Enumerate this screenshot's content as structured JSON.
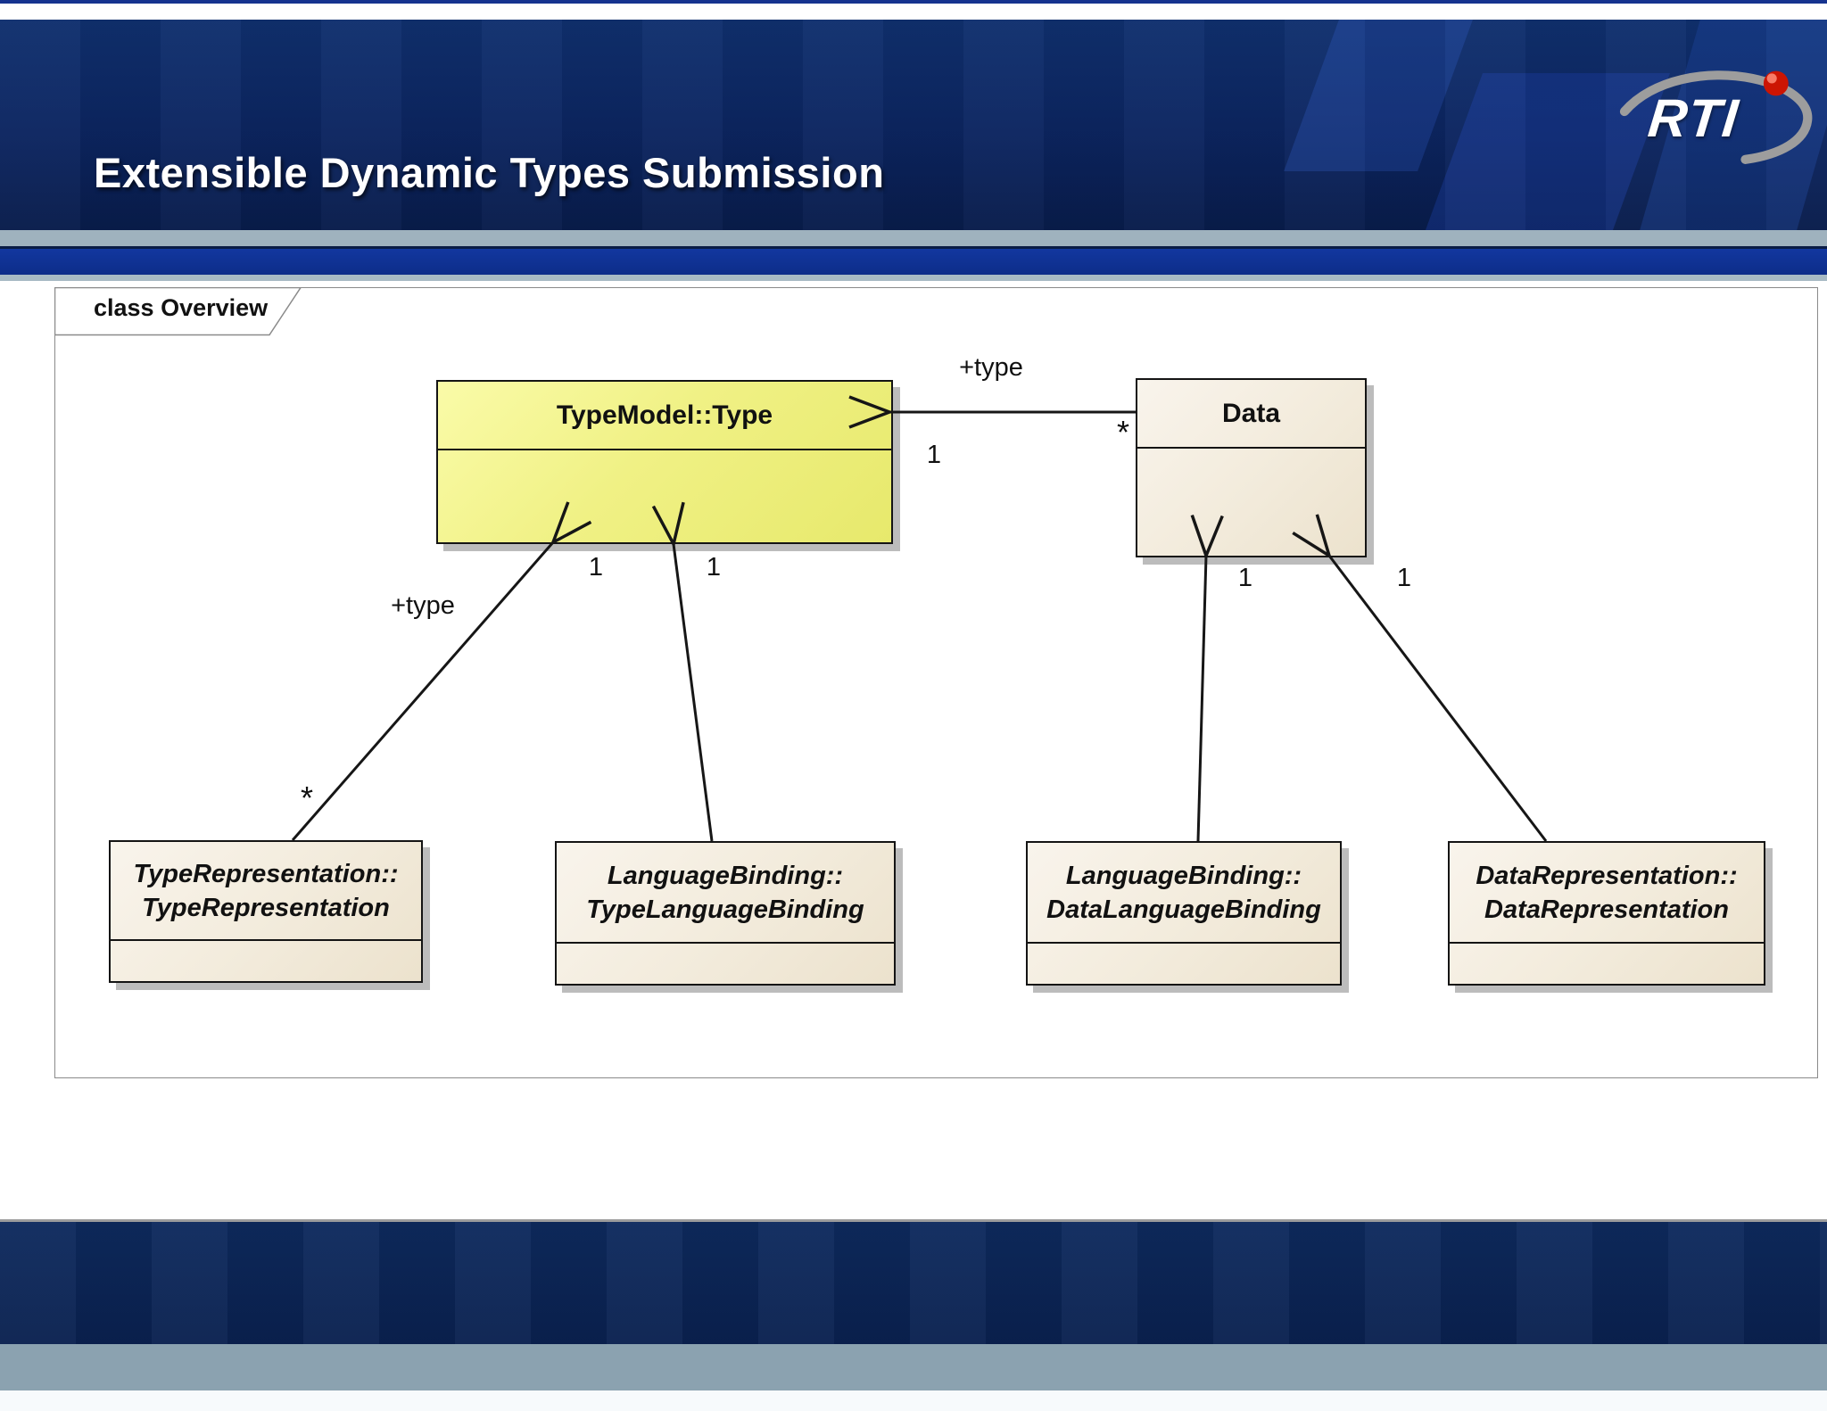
{
  "slide": {
    "top_title": "Extensible Dynamic Types Submission",
    "logo": {
      "text": "RTI"
    }
  },
  "diagram": {
    "frame_label": "class Overview",
    "classes": [
      {
        "name": "TypeModel::Type",
        "lines": [
          "TypeModel::Type"
        ]
      },
      {
        "name": "Data",
        "lines": [
          "Data"
        ]
      },
      {
        "name": "TypeRepresentation::TypeRepresentation",
        "lines": [
          "TypeRepresentation::",
          "TypeRepresentation"
        ]
      },
      {
        "name": "LanguageBinding::TypeLanguageBinding",
        "lines": [
          "LanguageBinding::",
          "TypeLanguageBinding"
        ]
      },
      {
        "name": "LanguageBinding::DataLanguageBinding",
        "lines": [
          "LanguageBinding::",
          "DataLanguageBinding"
        ]
      },
      {
        "name": "DataRepresentation::DataRepresentation",
        "lines": [
          "DataRepresentation::",
          "DataRepresentation"
        ]
      }
    ],
    "edges": [
      {
        "from": "Data",
        "to": "TypeModel::Type",
        "label": "+type",
        "source_multiplicity": "*",
        "target_multiplicity": "1"
      },
      {
        "from": "TypeRepresentation::TypeRepresentation",
        "to": "TypeModel::Type",
        "label": "+type",
        "source_multiplicity": "*",
        "target_multiplicity": "1"
      },
      {
        "from": "LanguageBinding::TypeLanguageBinding",
        "to": "TypeModel::Type",
        "target_multiplicity": "1"
      },
      {
        "from": "LanguageBinding::DataLanguageBinding",
        "to": "Data",
        "target_multiplicity": "1"
      },
      {
        "from": "DataRepresentation::DataRepresentation",
        "to": "Data",
        "target_multiplicity": "1"
      }
    ]
  },
  "colors": {
    "header_navy": "#0c2560",
    "accent_royal_blue": "#12379f",
    "stripe_gray": "#9fb2be",
    "class_yellow": "#eeef79",
    "class_beige": "#f3ecdd",
    "footer_gray": "#8ba2b0",
    "logo_red": "#cc1503"
  }
}
